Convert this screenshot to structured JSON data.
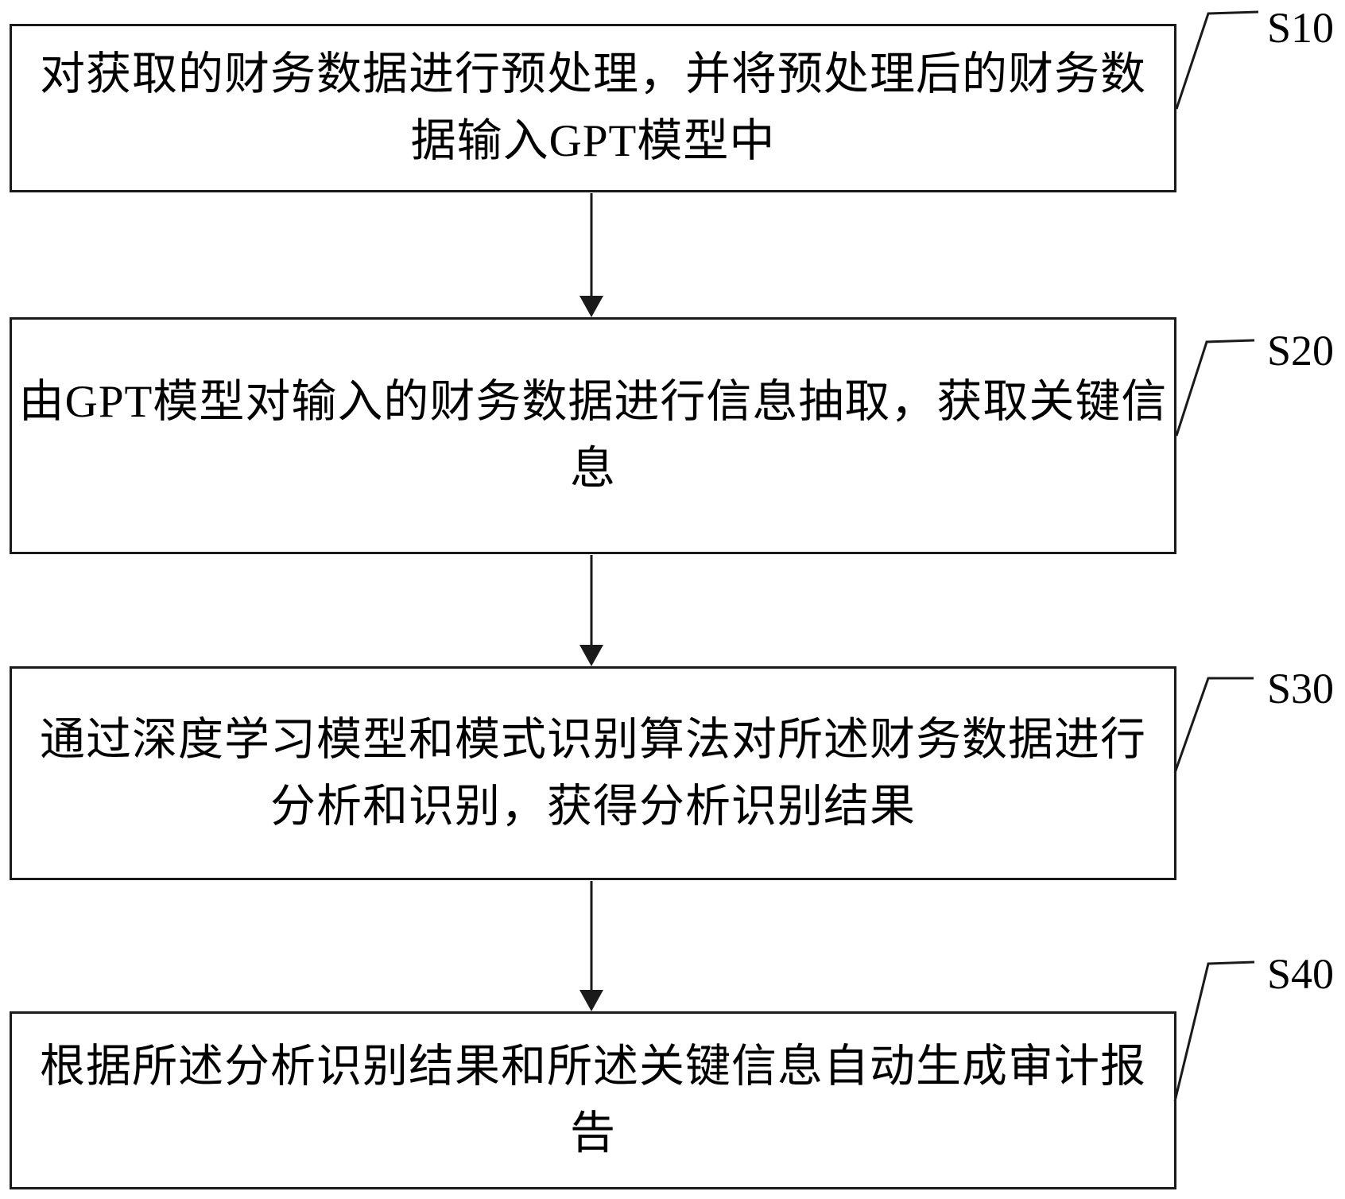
{
  "figure": {
    "type": "flowchart",
    "steps": [
      {
        "id": "S10",
        "lines": [
          "对获取的财务数据进行预处理，并将预处理后的财务数",
          "据输入GPT模型中"
        ]
      },
      {
        "id": "S20",
        "lines": [
          "由GPT模型对输入的财务数据进行信息抽取，获取关键信",
          "息"
        ]
      },
      {
        "id": "S30",
        "lines": [
          "通过深度学习模型和模式识别算法对所述财务数据进行",
          "分析和识别，获得分析识别结果"
        ]
      },
      {
        "id": "S40",
        "lines": [
          "根据所述分析识别结果和所述关键信息自动生成审计报",
          "告"
        ]
      }
    ],
    "colors": {
      "line": "#1a1a1a",
      "text": "#000000",
      "background": "#ffffff"
    }
  }
}
